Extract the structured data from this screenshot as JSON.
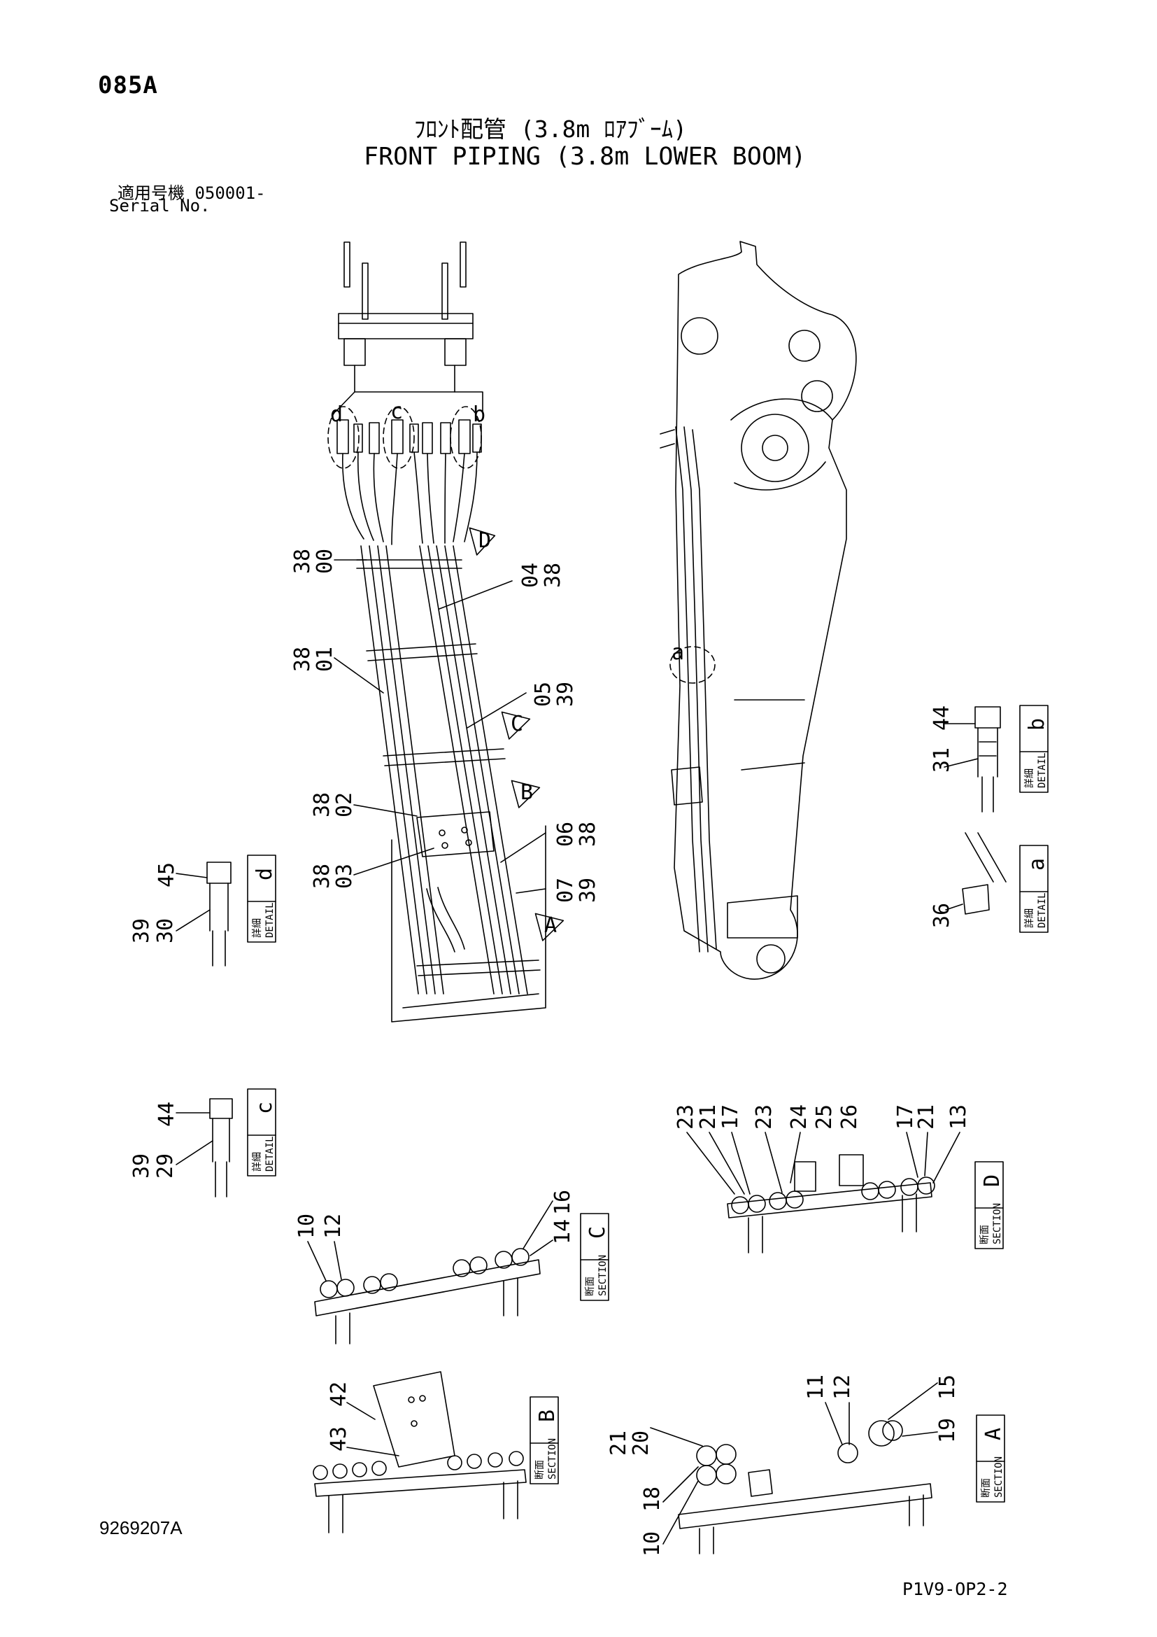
{
  "page_code": "085A",
  "title_jp": "ﾌﾛﾝﾄ配管 (3.8m ﾛｱﾌﾞｰﾑ)",
  "title_en": "FRONT PIPING (3.8m LOWER BOOM)",
  "serial_jp": "適用号機 050001-",
  "serial_en": "Serial No.",
  "drawing_no": "9269207A",
  "sheet_id": "P1V9-OP2-2",
  "kanji_detail": "詳細",
  "kanji_section": "断面",
  "word_detail": "DETAIL",
  "word_section": "SECTION",
  "main_labels": {
    "l1": [
      "38",
      "00"
    ],
    "l2": [
      "38",
      "01"
    ],
    "l3": [
      "38",
      "02"
    ],
    "l4": [
      "38",
      "03"
    ],
    "r1": [
      "04",
      "38"
    ],
    "r2": [
      "05",
      "39"
    ],
    "r3": [
      "06",
      "38"
    ],
    "r4": [
      "07",
      "39"
    ]
  },
  "marks": {
    "a": "a",
    "b": "b",
    "c": "c",
    "d": "d",
    "A": "A",
    "B": "B",
    "C": "C",
    "D": "D"
  },
  "detail_b": {
    "letter": "b",
    "parts": [
      "44",
      "31"
    ]
  },
  "detail_a": {
    "letter": "a",
    "parts": [
      "36"
    ]
  },
  "detail_d": {
    "letter": "d",
    "parts": [
      "45",
      "39",
      "30"
    ]
  },
  "detail_c": {
    "letter": "c",
    "parts": [
      "44",
      "39",
      "29"
    ]
  },
  "section_c": {
    "letter": "C",
    "parts": [
      "10",
      "12",
      "16",
      "14"
    ]
  },
  "section_d": {
    "letter": "D",
    "parts": [
      "23",
      "21",
      "17",
      "23",
      "24",
      "25",
      "26",
      "17",
      "21",
      "13"
    ]
  },
  "section_b": {
    "letter": "B",
    "parts": [
      "42",
      "43"
    ]
  },
  "section_a": {
    "letter": "A",
    "parts": [
      "21",
      "20",
      "18",
      "10",
      "11",
      "12",
      "15",
      "19"
    ]
  }
}
